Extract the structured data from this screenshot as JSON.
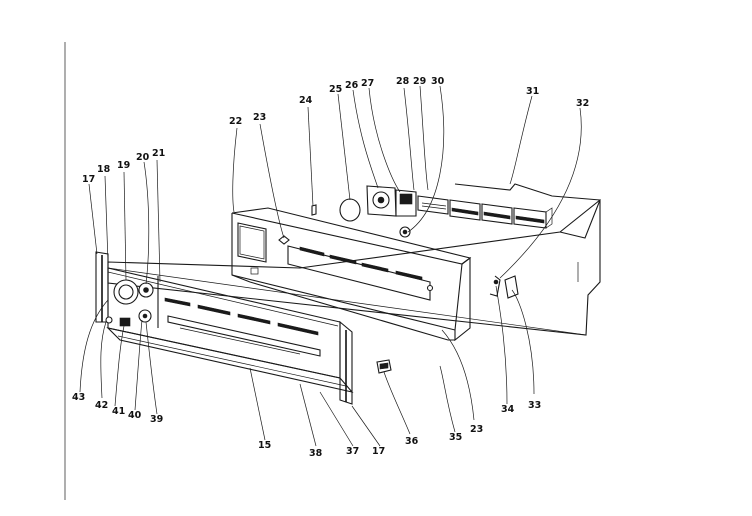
{
  "diagram": {
    "labels": {
      "p15": "15",
      "p17a": "17",
      "p17b": "17",
      "p18": "18",
      "p19": "19",
      "p20": "20",
      "p21": "21",
      "p22": "22",
      "p23a": "23",
      "p23b": "23",
      "p24": "24",
      "p25": "25",
      "p26": "26",
      "p27": "27",
      "p28": "28",
      "p29": "29",
      "p30": "30",
      "p31": "31",
      "p32": "32",
      "p33": "33",
      "p34": "34",
      "p35": "35",
      "p36": "36",
      "p37": "37",
      "p38": "38",
      "p39": "39",
      "p40": "40",
      "p41": "41",
      "p42": "42",
      "p43": "43"
    }
  }
}
